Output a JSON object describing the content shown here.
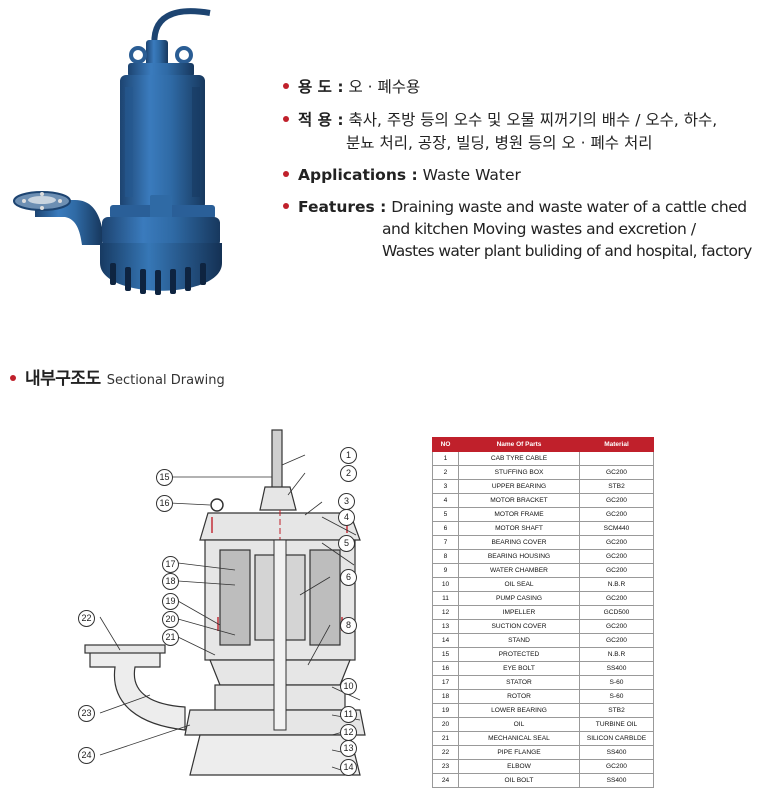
{
  "info": {
    "usage_label": "용 도 :",
    "usage_value": "오 · 폐수용",
    "apply_label": "적 용 :",
    "apply_value_line1": "축사, 주방 등의 오수 및 오물 찌꺼기의 배수 / 오수, 하수,",
    "apply_value_line2": "분뇨 처리, 공장, 빌딩, 병원 등의 오 · 폐수 처리",
    "applications_label": "Applications :",
    "applications_value": "Waste Water",
    "features_label": "Features :",
    "features_line1": "Draining waste and waste water of a cattle ched",
    "features_line2": "and kitchen Moving wastes and excretion /",
    "features_line3": "Wastes water plant buliding of and hospital, factory"
  },
  "section": {
    "title_kr": "내부구조도",
    "title_en": "Sectional Drawing"
  },
  "table": {
    "headers": [
      "NO",
      "Name Of Parts",
      "Material"
    ],
    "rows": [
      [
        "1",
        "CAB TYRE CABLE",
        ""
      ],
      [
        "2",
        "STUFFING BOX",
        "GC200"
      ],
      [
        "3",
        "UPPER BEARING",
        "STB2"
      ],
      [
        "4",
        "MOTOR BRACKET",
        "GC200"
      ],
      [
        "5",
        "MOTOR FRAME",
        "GC200"
      ],
      [
        "6",
        "MOTOR SHAFT",
        "SCM440"
      ],
      [
        "7",
        "BEARING COVER",
        "GC200"
      ],
      [
        "8",
        "BEARING HOUSING",
        "GC200"
      ],
      [
        "9",
        "WATER CHAMBER",
        "GC200"
      ],
      [
        "10",
        "OIL SEAL",
        "N.B.R"
      ],
      [
        "11",
        "PUMP CASING",
        "GC200"
      ],
      [
        "12",
        "IMPELLER",
        "GCD500"
      ],
      [
        "13",
        "SUCTION COVER",
        "GC200"
      ],
      [
        "14",
        "STAND",
        "GC200"
      ],
      [
        "15",
        "PROTECTED",
        "N.B.R"
      ],
      [
        "16",
        "EYE BOLT",
        "SS400"
      ],
      [
        "17",
        "STATOR",
        "S-60"
      ],
      [
        "18",
        "ROTOR",
        "S-60"
      ],
      [
        "19",
        "LOWER BEARING",
        "STB2"
      ],
      [
        "20",
        "OIL",
        "TURBINE OIL"
      ],
      [
        "21",
        "MECHANICAL SEAL",
        "SILICON CARBLDE"
      ],
      [
        "22",
        "PIPE FLANGE",
        "SS400"
      ],
      [
        "23",
        "ELBOW",
        "GC200"
      ],
      [
        "24",
        "OIL BOLT",
        "SS400"
      ]
    ]
  },
  "callouts": [
    "1",
    "2",
    "3",
    "4",
    "5",
    "6",
    "8",
    "10",
    "11",
    "12",
    "13",
    "14",
    "15",
    "16",
    "17",
    "18",
    "19",
    "20",
    "21",
    "22",
    "23",
    "24"
  ],
  "colors": {
    "accent": "#c0202b",
    "pump_blue": "#2f6aa5",
    "pump_dark": "#1d4471"
  }
}
